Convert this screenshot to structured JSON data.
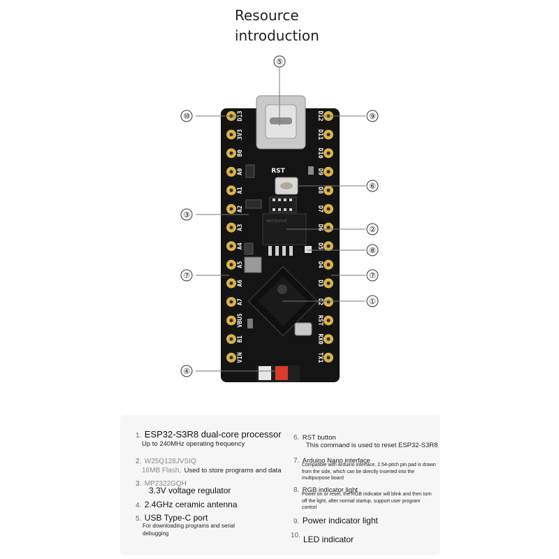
{
  "title": {
    "line1": "Resource",
    "line2": "introduction"
  },
  "board": {
    "left_pins": [
      "D13",
      "3V3",
      "B0",
      "A0",
      "A1",
      "A2",
      "A3",
      "A4",
      "A5",
      "A6",
      "A7",
      "VBUS",
      "B1",
      "VIN"
    ],
    "right_pins": [
      "D12",
      "D11",
      "D10",
      "D9",
      "D8",
      "D7",
      "D6",
      "D5",
      "D4",
      "D3",
      "D2",
      "RST",
      "RX0",
      "TX1"
    ],
    "rst_label": "RST",
    "colors": {
      "pcb": "#141414",
      "gold": "#d8b24a",
      "usb": "#c8c8c8",
      "antenna": "#d93a2b"
    }
  },
  "callouts": {
    "c1": "①",
    "c2": "②",
    "c3": "③",
    "c4": "④",
    "c5": "⑤",
    "c6": "⑥",
    "c7a": "⑦",
    "c7b": "⑦",
    "c8": "⑧",
    "c9": "⑨",
    "c10": "⑩"
  },
  "legend": {
    "i1": {
      "num": "1.",
      "title": "ESP32-S3R8 dual-core processor",
      "desc": "Up to 240MHz operating frequency"
    },
    "i2": {
      "num": "2.",
      "title": "W25Q128JVSIQ",
      "sub": "16MB Flash,",
      "desc": "Used to store programs and data"
    },
    "i3": {
      "num": "3.",
      "title": "MP2322GQH",
      "desc": "3.3V voltage regulator"
    },
    "i4": {
      "num": "4.",
      "title": "2.4GHz ceramic antenna"
    },
    "i5": {
      "num": "5.",
      "title": "USB Type-C port",
      "desc1": "For downloading programs and serial",
      "desc2": "debugging"
    },
    "i6": {
      "num": "6.",
      "title": "RST button",
      "desc": "This command is used to reset ESP32-S3R8"
    },
    "i7": {
      "num": "7.",
      "title": "Arduino Nano interface",
      "desc1": "Compatible with Arduino interface, 2.54-pitch pin pad is drawn",
      "desc2": "from the side, which can be directly inserted into the",
      "desc3": "multipurpose board"
    },
    "i8": {
      "num": "8.",
      "title": "RGB indicator light",
      "desc1": "Power on or reset, the RGB indicator will blink and then turn",
      "desc2": "off the light, after normal startup, support user program",
      "desc3": "control"
    },
    "i9": {
      "num": "9.",
      "title": "Power indicator light"
    },
    "i10": {
      "num": "10.",
      "title": "LED indicator"
    }
  }
}
